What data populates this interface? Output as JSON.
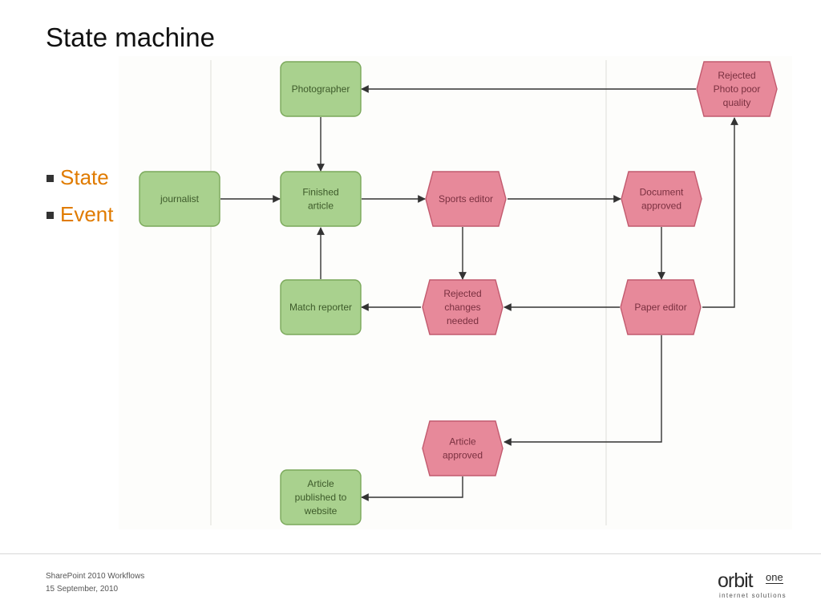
{
  "slide": {
    "title": "State machine",
    "bullets": [
      {
        "label": "State"
      },
      {
        "label": "Event"
      }
    ]
  },
  "colors": {
    "state_fill": "#a9d18e",
    "event_fill": "#e7899a",
    "bullet_text": "#e07b00"
  },
  "diagram": {
    "nodes": [
      {
        "id": "photographer",
        "kind": "state",
        "lines": [
          "Photographer"
        ]
      },
      {
        "id": "rejected-photo",
        "kind": "event",
        "lines": [
          "Rejected",
          "Photo poor",
          "quality"
        ]
      },
      {
        "id": "journalist",
        "kind": "state",
        "lines": [
          "journalist"
        ]
      },
      {
        "id": "finished-article",
        "kind": "state",
        "lines": [
          "Finished",
          "article"
        ]
      },
      {
        "id": "sports-editor",
        "kind": "event",
        "lines": [
          "Sports editor"
        ]
      },
      {
        "id": "document-approved",
        "kind": "event",
        "lines": [
          "Document",
          "approved"
        ]
      },
      {
        "id": "match-reporter",
        "kind": "state",
        "lines": [
          "Match reporter"
        ]
      },
      {
        "id": "rejected-changes",
        "kind": "event",
        "lines": [
          "Rejected",
          "changes",
          "needed"
        ]
      },
      {
        "id": "paper-editor",
        "kind": "event",
        "lines": [
          "Paper editor"
        ]
      },
      {
        "id": "article-approved",
        "kind": "event",
        "lines": [
          "Article",
          "approved"
        ]
      },
      {
        "id": "article-published",
        "kind": "state",
        "lines": [
          "Article",
          "published to",
          "website"
        ]
      }
    ],
    "edges": [
      {
        "from": "rejected-photo",
        "to": "photographer"
      },
      {
        "from": "photographer",
        "to": "finished-article"
      },
      {
        "from": "journalist",
        "to": "finished-article"
      },
      {
        "from": "finished-article",
        "to": "sports-editor"
      },
      {
        "from": "sports-editor",
        "to": "document-approved"
      },
      {
        "from": "sports-editor",
        "to": "rejected-changes"
      },
      {
        "from": "document-approved",
        "to": "paper-editor"
      },
      {
        "from": "paper-editor",
        "to": "rejected-changes"
      },
      {
        "from": "paper-editor",
        "to": "rejected-photo"
      },
      {
        "from": "rejected-changes",
        "to": "match-reporter"
      },
      {
        "from": "match-reporter",
        "to": "finished-article"
      },
      {
        "from": "paper-editor",
        "to": "article-approved"
      },
      {
        "from": "article-approved",
        "to": "article-published"
      }
    ]
  },
  "footer": {
    "line1": "SharePoint 2010 Workflows",
    "line2": "15 September, 2010"
  },
  "logo": {
    "main": "orbit",
    "sup": "one",
    "sub": "internet solutions"
  }
}
